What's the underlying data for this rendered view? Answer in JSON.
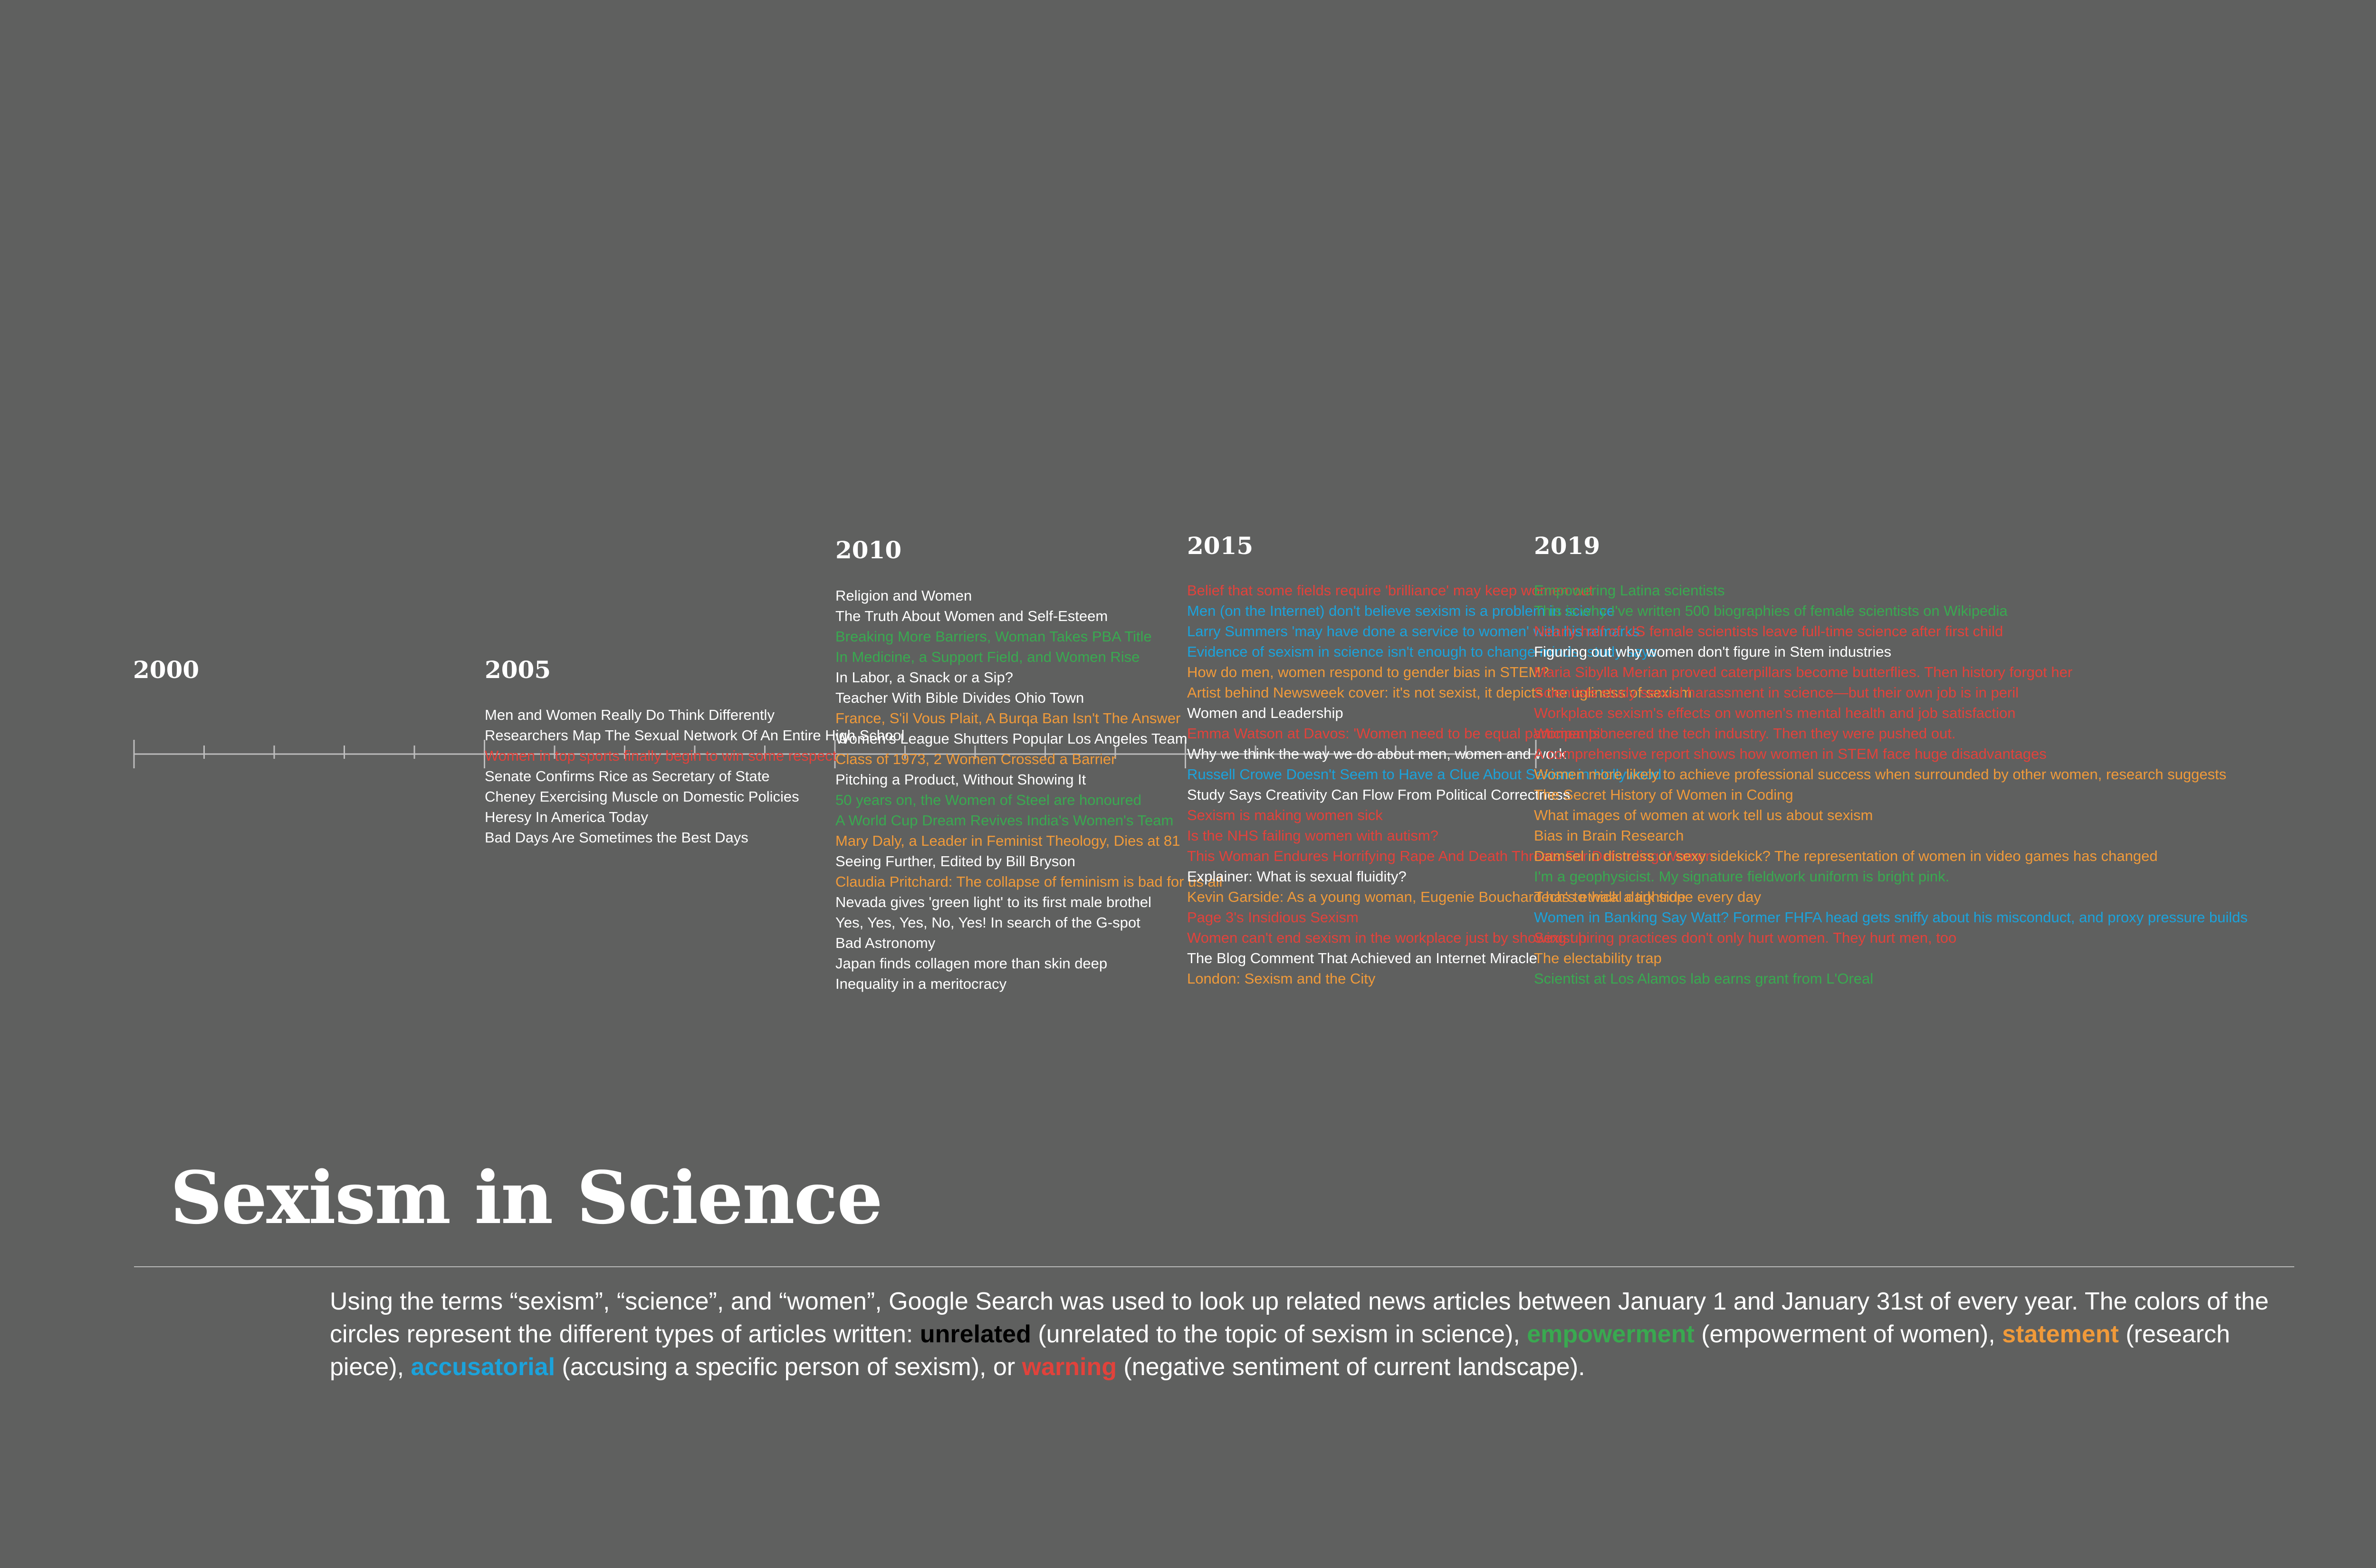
{
  "colors": {
    "background": "#5f605f",
    "unrelated": "#ffffff",
    "empowerment": "#39a950",
    "statement": "#f09a3a",
    "accusatorial": "#1ba3dc",
    "warning": "#e2423b"
  },
  "timeline": {
    "years": [
      {
        "label": "2000",
        "headlines": []
      },
      {
        "label": "2005",
        "headlines": [
          {
            "text": "Men and Women Really Do Think Differently",
            "category": "unrelated"
          },
          {
            "text": "Researchers Map The Sexual Network Of An Entire High School",
            "category": "unrelated"
          },
          {
            "text": "Women in top sports finally begin to win some respect",
            "category": "warning"
          },
          {
            "text": "Senate Confirms Rice as Secretary of State",
            "category": "unrelated"
          },
          {
            "text": "Cheney Exercising Muscle on Domestic Policies",
            "category": "unrelated"
          },
          {
            "text": "Heresy In America Today",
            "category": "unrelated"
          },
          {
            "text": "Bad Days Are Sometimes the Best Days",
            "category": "unrelated"
          }
        ]
      },
      {
        "label": "2010",
        "headlines": [
          {
            "text": "Religion and Women",
            "category": "unrelated"
          },
          {
            "text": "The Truth About Women and Self-Esteem",
            "category": "unrelated"
          },
          {
            "text": "Breaking More Barriers, Woman Takes PBA Title",
            "category": "empowerment"
          },
          {
            "text": "In Medicine, a Support Field, and Women Rise",
            "category": "empowerment"
          },
          {
            "text": "In Labor, a Snack or a Sip?",
            "category": "unrelated"
          },
          {
            "text": "Teacher With Bible Divides Ohio Town",
            "category": "unrelated"
          },
          {
            "text": "France, S'il Vous Plait, A Burqa Ban Isn't The Answer",
            "category": "statement"
          },
          {
            "text": "Women's League Shutters Popular Los Angeles Team",
            "category": "unrelated"
          },
          {
            "text": "Class of 1973, 2 Women Crossed a Barrier",
            "category": "statement"
          },
          {
            "text": "Pitching a Product, Without Showing It",
            "category": "unrelated"
          },
          {
            "text": "50 years on, the Women of Steel are honoured",
            "category": "empowerment"
          },
          {
            "text": "A World Cup Dream Revives India's Women's Team",
            "category": "empowerment"
          },
          {
            "text": "Mary Daly, a Leader in Feminist Theology, Dies at 81",
            "category": "statement"
          },
          {
            "text": "Seeing Further, Edited by Bill Bryson",
            "category": "unrelated"
          },
          {
            "text": "Claudia Pritchard: The collapse of feminism is bad for us all",
            "category": "statement"
          },
          {
            "text": "Nevada gives 'green light' to its first male brothel",
            "category": "unrelated"
          },
          {
            "text": "Yes, Yes, Yes, No, Yes! In search of the G-spot",
            "category": "unrelated"
          },
          {
            "text": "Bad Astronomy",
            "category": "unrelated"
          },
          {
            "text": "Japan finds collagen more than skin deep",
            "category": "unrelated"
          },
          {
            "text": "Inequality in a meritocracy",
            "category": "unrelated"
          }
        ]
      },
      {
        "label": "2015",
        "headlines": [
          {
            "text": "Belief that some fields require 'brilliance' may keep women out",
            "category": "warning"
          },
          {
            "text": "Men (on the Internet) don't believe sexism is a problem in science",
            "category": "accusatorial"
          },
          {
            "text": "Larry Summers 'may have done a service to women' with his remarks",
            "category": "accusatorial"
          },
          {
            "text": "Evidence of sexism in science isn't enough to change minds, study says",
            "category": "accusatorial"
          },
          {
            "text": "How do men, women respond to gender bias in STEM?",
            "category": "statement"
          },
          {
            "text": "Artist behind Newsweek cover: it's not sexist, it depicts the ugliness of sexism",
            "category": "statement"
          },
          {
            "text": "Women and Leadership",
            "category": "unrelated"
          },
          {
            "text": "Emma Watson at Davos: 'Women need to be equal participants'",
            "category": "warning"
          },
          {
            "text": "Why we think the way we do about men, women and work",
            "category": "unrelated"
          },
          {
            "text": "Russell Crowe Doesn't Seem to Have a Clue About Sexism in Hollywood",
            "category": "accusatorial"
          },
          {
            "text": "Study Says Creativity Can Flow From Political Correctness",
            "category": "unrelated"
          },
          {
            "text": "Sexism is making women sick",
            "category": "warning"
          },
          {
            "text": "Is the NHS failing women with autism?",
            "category": "warning"
          },
          {
            "text": "This Woman Endures Horrifying Rape And Death Threats For Defending Women",
            "category": "warning"
          },
          {
            "text": "Explainer: What is sexual fluidity?",
            "category": "unrelated"
          },
          {
            "text": "Kevin Garside: As a young woman, Eugenie Bouchard has to walk a tightrope every day",
            "category": "statement"
          },
          {
            "text": "Page 3's Insidious Sexism",
            "category": "warning"
          },
          {
            "text": "Women can't end sexism in the workplace just by showing up",
            "category": "warning"
          },
          {
            "text": "The Blog Comment That Achieved an Internet Miracle",
            "category": "unrelated"
          },
          {
            "text": "London: Sexism and the City",
            "category": "statement"
          }
        ]
      },
      {
        "label": "2019",
        "headlines": [
          {
            "text": "Empowering Latina scientists",
            "category": "empowerment"
          },
          {
            "text": "This is why I've written 500 biographies of female scientists on Wikipedia",
            "category": "empowerment"
          },
          {
            "text": "Nearly half of US female scientists leave full-time science after first child",
            "category": "warning"
          },
          {
            "text": "Figuring out why women don't figure in Stem industries",
            "category": "unrelated"
          },
          {
            "text": "Maria Sibylla Merian proved caterpillars become butterflies. Then history forgot her",
            "category": "warning"
          },
          {
            "text": "Scientists study sexual harassment in science—but their own job is in peril",
            "category": "warning"
          },
          {
            "text": "Workplace sexism's effects on women's mental health and job satisfaction",
            "category": "warning"
          },
          {
            "text": "Women pioneered the tech industry. Then they were pushed out.",
            "category": "warning"
          },
          {
            "text": "A comprehensive report shows how women in STEM face huge disadvantages",
            "category": "warning"
          },
          {
            "text": "Women more likely to achieve professional success when surrounded by other women, research suggests",
            "category": "statement"
          },
          {
            "text": "The Secret History of Women in Coding",
            "category": "statement"
          },
          {
            "text": "What images of women at work tell us about sexism",
            "category": "statement"
          },
          {
            "text": "Bias in Brain Research",
            "category": "statement"
          },
          {
            "text": "Damsel in distress or sexy sidekick? The representation of women in video games has changed",
            "category": "statement"
          },
          {
            "text": "I'm a geophysicist. My signature fieldwork uniform is bright pink.",
            "category": "empowerment"
          },
          {
            "text": "Tech's ethical dark side",
            "category": "statement"
          },
          {
            "text": "Women in Banking Say Watt? Former FHFA head gets sniffy about his misconduct, and proxy pressure builds",
            "category": "accusatorial"
          },
          {
            "text": "Sexist hiring practices don't only hurt women. They hurt men, too",
            "category": "warning"
          },
          {
            "text": "The electability trap",
            "category": "statement"
          },
          {
            "text": "Scientist at Los Alamos lab earns grant from L'Oreal",
            "category": "empowerment"
          }
        ]
      }
    ]
  },
  "title": "Sexism in Science",
  "description": {
    "intro": "Using the terms “sexism”, “science”, and “women”, Google Search was used to look up related news articles between January 1 and January 31st of every year. The colors of the circles represent the different types of articles written: ",
    "unrelated_label": "unrelated",
    "unrelated_desc": " (unrelated to the topic of sexism in science), ",
    "empowerment_label": "empowerment",
    "empowerment_desc": " (empowerment of women), ",
    "statement_label": "statement",
    "statement_desc": " (research piece), ",
    "accusatorial_label": "accusatorial",
    "accusatorial_desc": " (accusing a specific person of sexism), or ",
    "warning_label": "warning",
    "warning_desc": " (negative sentiment of current landscape)."
  }
}
